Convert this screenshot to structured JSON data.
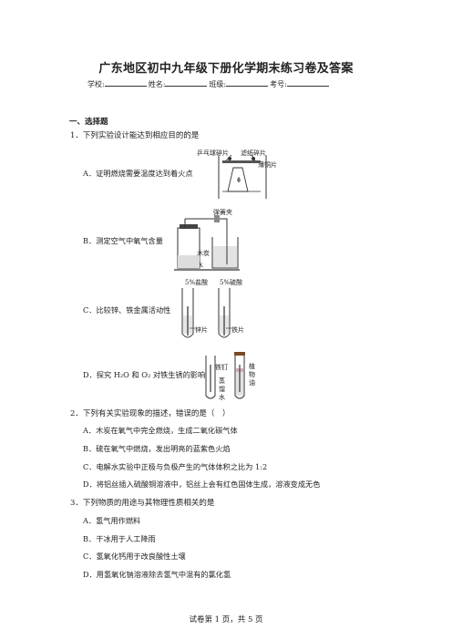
{
  "title": "广东地区初中九年级下册化学期末练习卷及答案",
  "info": {
    "school": "学校:",
    "name": "姓名:",
    "class": "班级:",
    "exam_no": "考号:"
  },
  "section": "一、选择题",
  "q1": {
    "stem": "1．下列实验设计能达到相应目的的是",
    "A": "A．证明燃烧需要温度达到着火点",
    "B": "B．测定空气中氧气含量",
    "C": "C．比较锌、铁金属活动性",
    "D": "D．探究 H₂O 和 O₂ 对铁生锈的影响",
    "labels": {
      "pingpong": "乒乓球碎片",
      "filter": "滤纸碎片",
      "copper": "薄铜片",
      "clamp": "弹簧夹",
      "charcoal": "木炭",
      "water": "水",
      "hcl": "5%盐酸",
      "h2so4": "5%硫酸",
      "zinc": "锌片",
      "iron": "铁片",
      "nail": "铁钉",
      "distilled": "蒸馏水",
      "oil": "植物油"
    }
  },
  "q2": {
    "stem": "2．下列有关实验现象的描述，错误的是（　）",
    "A": "A．木炭在氧气中完全燃烧，生成二氧化碳气体",
    "B": "B．硫在氧气中燃烧，发出明亮的蓝紫色火焰",
    "C": "C．电解水实验中正极与负极产生的气体体积之比为 1:2",
    "D": "D．将铝丝插入硫酸铜溶液中，铝丝上会有红色固体生成，溶液变成无色"
  },
  "q3": {
    "stem": "3．下列物质的用途与其物理性质相关的是",
    "A": "A．氢气用作燃料",
    "B": "B．干冰用于人工降雨",
    "C": "C．氢氧化钙用于改良酸性土壤",
    "D": "D．用氢氧化钠溶液除去氢气中混有的氯化氢"
  },
  "footer": "试卷第 1 页，共 5 页"
}
